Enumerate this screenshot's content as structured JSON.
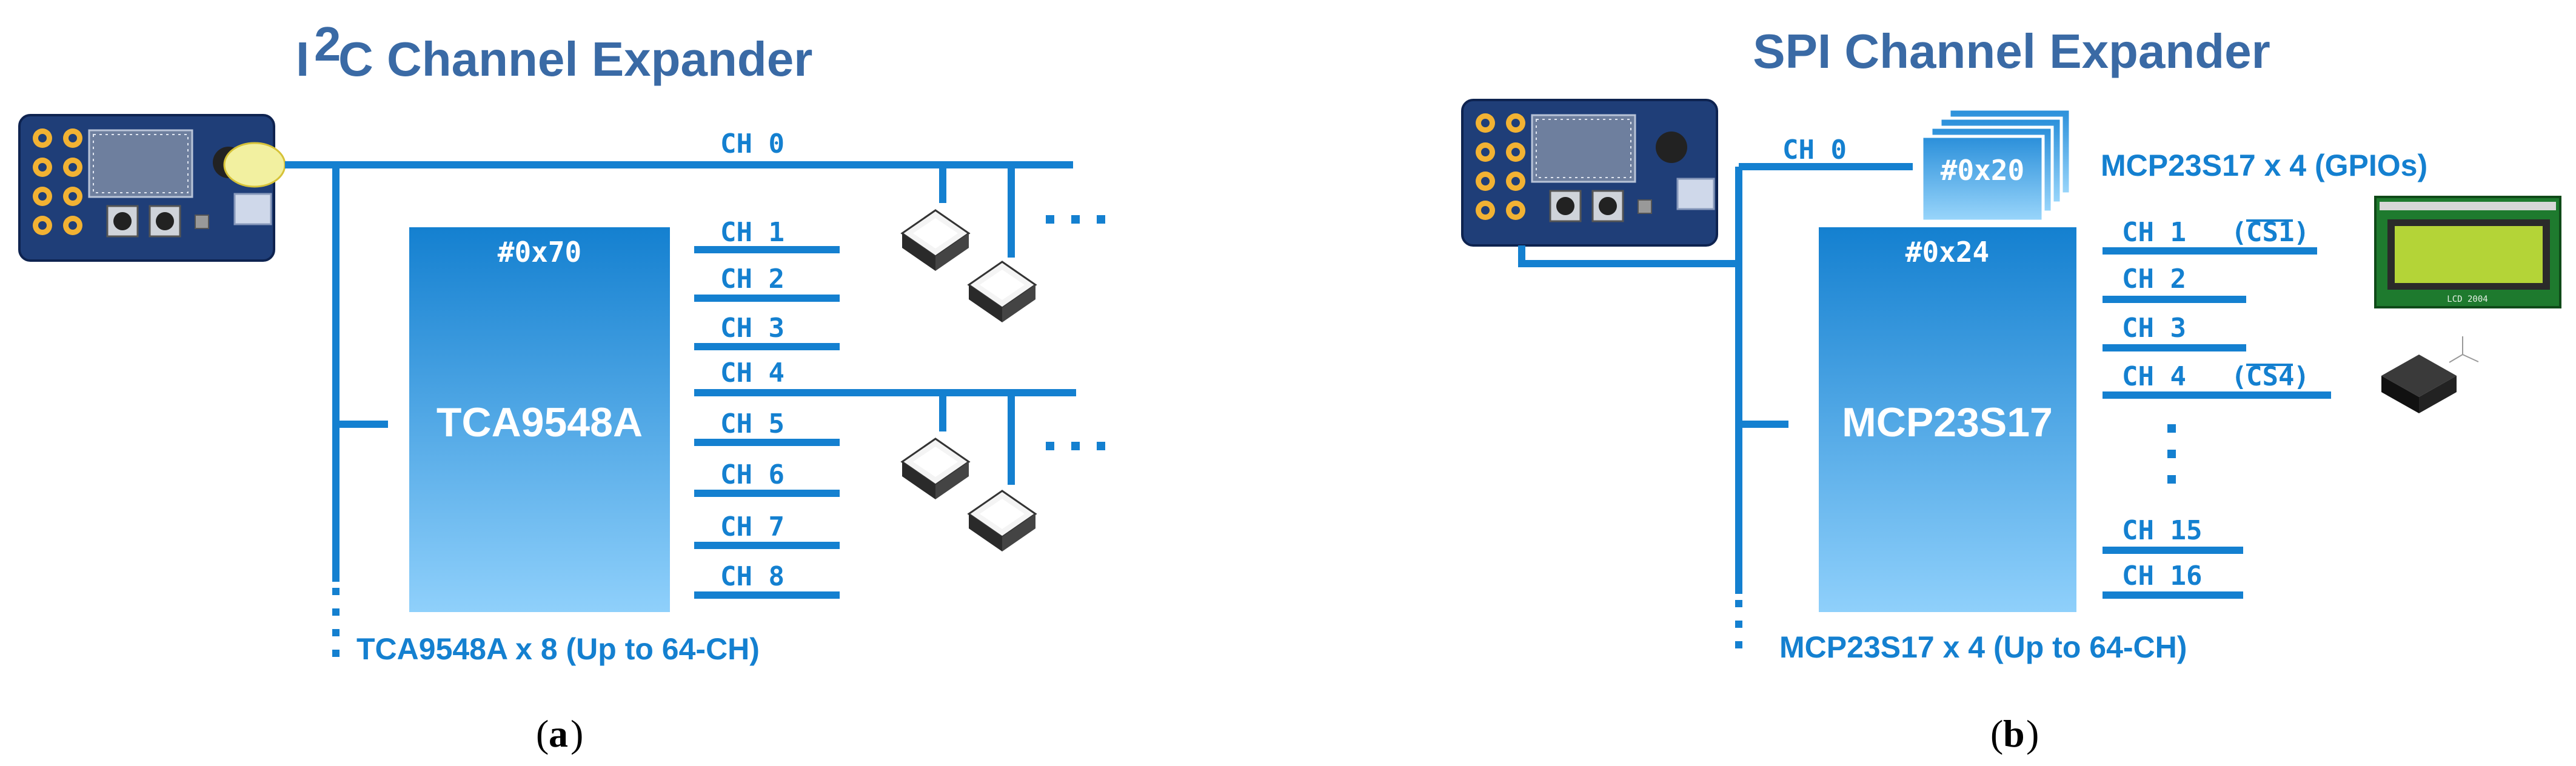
{
  "panel_a": {
    "title_i": "I",
    "title_sup": "2",
    "title_rest": "C Channel Expander",
    "address": "#0x70",
    "chip_name": "TCA9548A",
    "channels": [
      "CH 0",
      "CH 1",
      "CH 2",
      "CH 3",
      "CH 4",
      "CH 5",
      "CH 6",
      "CH 7",
      "CH 8"
    ],
    "footnote": "TCA9548A x 8 (Up to 64-CH)",
    "caption_open": "(",
    "caption_letter": "a",
    "caption_close": ")"
  },
  "panel_b": {
    "title": "SPI Channel Expander",
    "address": "#0x24",
    "chip_name": "MCP23S17",
    "stack_address": "#0x20",
    "stack_note": "MCP23S17 x 4 (GPIOs)",
    "channels": [
      "CH 0",
      "CH 1",
      "CH 2",
      "CH 3",
      "CH 4",
      "CH 15",
      "CH 16"
    ],
    "cs1": "CS1",
    "cs4": "CS4",
    "footnote": "MCP23S17 x 4 (Up to 64-CH)",
    "lcd_label_1": "LCD 2004",
    "caption_open": "(",
    "caption_letter": "b",
    "caption_close": ")"
  },
  "colors": {
    "bus": "#1480d0",
    "title": "#3a6aa5",
    "chip_top": "#1480d0",
    "chip_bottom": "#8fd0fb",
    "board": "#1f3e78",
    "lcd_screen": "#b4d437"
  }
}
